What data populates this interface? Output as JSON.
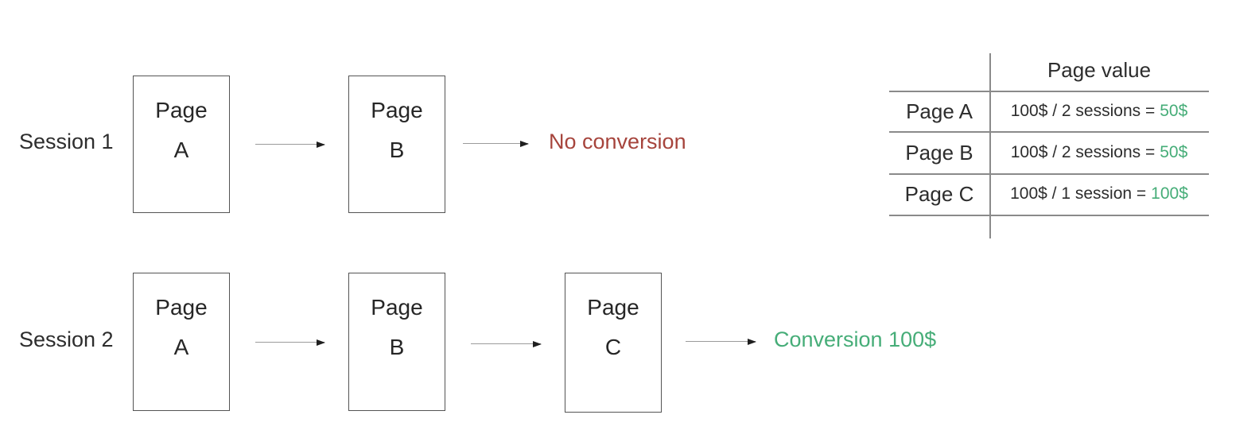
{
  "colors": {
    "text": "#2d2d2d",
    "green": "#46ad78",
    "red": "#a6443c",
    "box_border": "#545454",
    "arrow_line": "#9b9b9b",
    "arrow_head": "#1f1f1f",
    "table_line": "#8a8a8a"
  },
  "sessions": [
    {
      "label": "Session 1",
      "pages": [
        {
          "title": "Page",
          "letter": "A"
        },
        {
          "title": "Page",
          "letter": "B"
        }
      ],
      "outcome": {
        "text": "No conversion",
        "color": "#a6443c"
      }
    },
    {
      "label": "Session 2",
      "pages": [
        {
          "title": "Page",
          "letter": "A"
        },
        {
          "title": "Page",
          "letter": "B"
        },
        {
          "title": "Page",
          "letter": "C"
        }
      ],
      "outcome": {
        "text": "Conversion 100$",
        "color": "#46ad78"
      }
    }
  ],
  "table": {
    "header": "Page value",
    "rows": [
      {
        "label": "Page A",
        "formula": "100$ / 2 sessions =",
        "result": "50$"
      },
      {
        "label": "Page B",
        "formula": "100$ / 2 sessions =",
        "result": "50$"
      },
      {
        "label": "Page C",
        "formula": "100$ / 1 session =",
        "result": "100$"
      }
    ]
  }
}
